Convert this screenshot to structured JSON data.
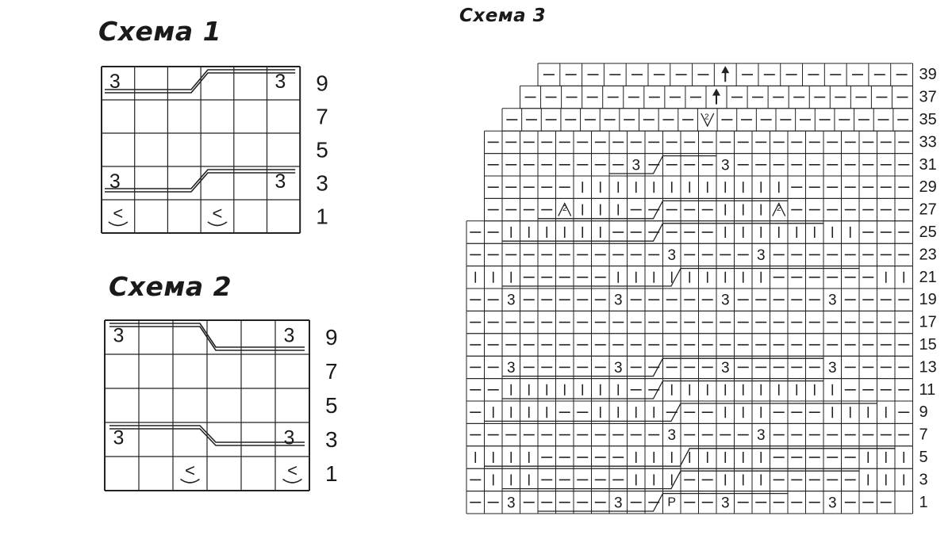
{
  "diagrams": [
    {
      "title": "Схема 1",
      "row_numbers": [
        "9",
        "7",
        "5",
        "3",
        "1"
      ],
      "rows": [
        [
          "3",
          "",
          "",
          "",
          "",
          "3"
        ],
        [
          "",
          "",
          "",
          "",
          "",
          ""
        ],
        [
          "",
          "",
          "",
          "",
          "",
          ""
        ],
        [
          "3",
          "",
          "",
          "",
          "",
          "3"
        ],
        [
          "<",
          "",
          "",
          "<",
          "",
          ""
        ]
      ]
    },
    {
      "title": "Схема 2",
      "row_numbers": [
        "9",
        "7",
        "5",
        "3",
        "1"
      ],
      "rows": [
        [
          "3",
          "",
          "",
          "",
          "",
          "3"
        ],
        [
          "",
          "",
          "",
          "",
          "",
          ""
        ],
        [
          "",
          "",
          "",
          "",
          "",
          ""
        ],
        [
          "3",
          "",
          "",
          "",
          "",
          "3"
        ],
        [
          "",
          "",
          "<",
          "",
          "",
          "<"
        ]
      ]
    },
    {
      "title": "Схема 3",
      "marker_label": "P",
      "row_numbers": [
        "39",
        "37",
        "35",
        "33",
        "31",
        "29",
        "27",
        "25",
        "23",
        "21",
        "19",
        "17",
        "15",
        "13",
        "11",
        "9",
        "7",
        "5",
        "3",
        "1"
      ],
      "rows": [
        "....--------^--------....",
        "...---------^---------...",
        "..----------v----------..",
        ".------------------------",
        ".--------3----3----------",
        ".-----||||||||||||-------",
        ".----2|||-----|||2-------",
        "--||||||------||||||||---",
        "-----------3----3--------",
        "|||-----|||||||||------|||",
        "--3-----3-----3-----3-----",
        "--------------------------",
        "--------------------------",
        "--3-----3-----3-----3-----",
        "--|||||||--||||||||||-----",
        "-||||--||||---|||---||||--",
        "-----------3----3---------",
        "||||-----||||||||-----||||",
        "-|||-----|||--|||-----|||-",
        "--3-----3--P--3-----3---.-"
      ]
    }
  ]
}
